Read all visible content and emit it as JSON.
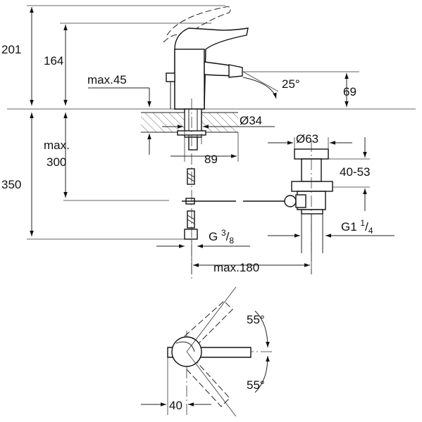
{
  "dimensions": {
    "d201": "201",
    "d164": "164",
    "max45": "max.45",
    "angle25": "25°",
    "d69": "69",
    "dia34": "Ø34",
    "max": "max.",
    "d300": "300",
    "d89": "89",
    "dia63": "Ø63",
    "d4053": "40-53",
    "d350": "350",
    "g38": {
      "base": "G ",
      "num": "3",
      "slash": "/",
      "den": "8"
    },
    "g114": {
      "base": "G1 ",
      "num": "1",
      "slash": "/",
      "den": "4"
    },
    "max180": "max.180",
    "angle55top": "55°",
    "angle55bottom": "55°",
    "d40": "40"
  },
  "colors": {
    "line": "#222222",
    "background": "#ffffff"
  }
}
